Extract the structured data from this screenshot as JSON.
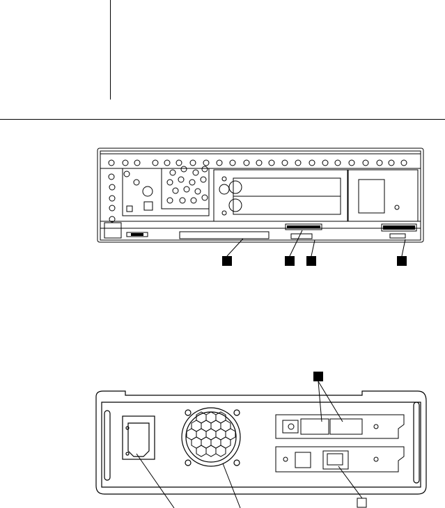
{
  "page": {
    "background": "#ffffff",
    "ink": "#000000"
  },
  "figure_top": {
    "description_visible": false,
    "callouts": [
      {
        "style": "filled"
      },
      {
        "style": "filled"
      },
      {
        "style": "filled"
      },
      {
        "style": "filled"
      }
    ]
  },
  "figure_bottom": {
    "callouts": [
      {
        "style": "filled"
      },
      {
        "style": "hollow"
      }
    ]
  }
}
